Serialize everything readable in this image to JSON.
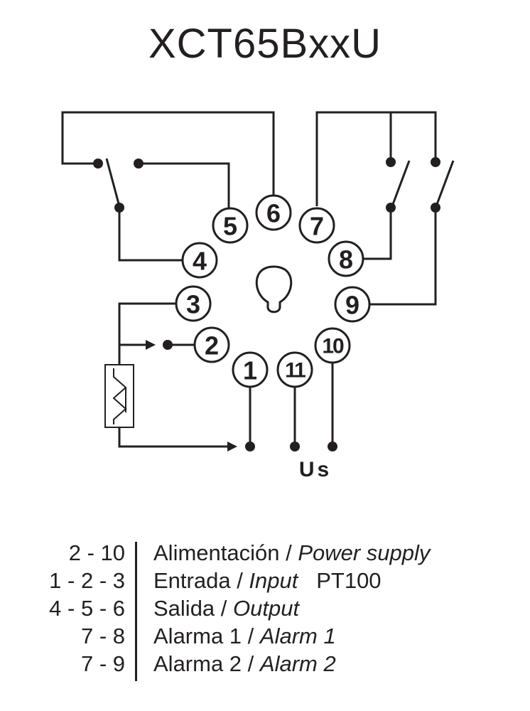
{
  "title": "XCT65BxxU",
  "terminals": [
    "1",
    "2",
    "3",
    "4",
    "5",
    "6",
    "7",
    "8",
    "9",
    "10",
    "11"
  ],
  "us_label": "Us",
  "legend": [
    {
      "pins": "2 - 10",
      "es": "Alimentación",
      "sep": " / ",
      "en": "Power supply",
      "extra": ""
    },
    {
      "pins": "1 - 2 - 3",
      "es": "Entrada",
      "sep": " / ",
      "en": "Input",
      "extra": "   PT100"
    },
    {
      "pins": "4 - 5 - 6",
      "es": "Salida",
      "sep": " / ",
      "en": "Output",
      "extra": ""
    },
    {
      "pins": "7 - 8",
      "es": "Alarma 1",
      "sep": " / ",
      "en": "Alarm 1",
      "extra": ""
    },
    {
      "pins": "7 - 9",
      "es": "Alarma 2",
      "sep": " / ",
      "en": "Alarm 2",
      "extra": ""
    }
  ]
}
